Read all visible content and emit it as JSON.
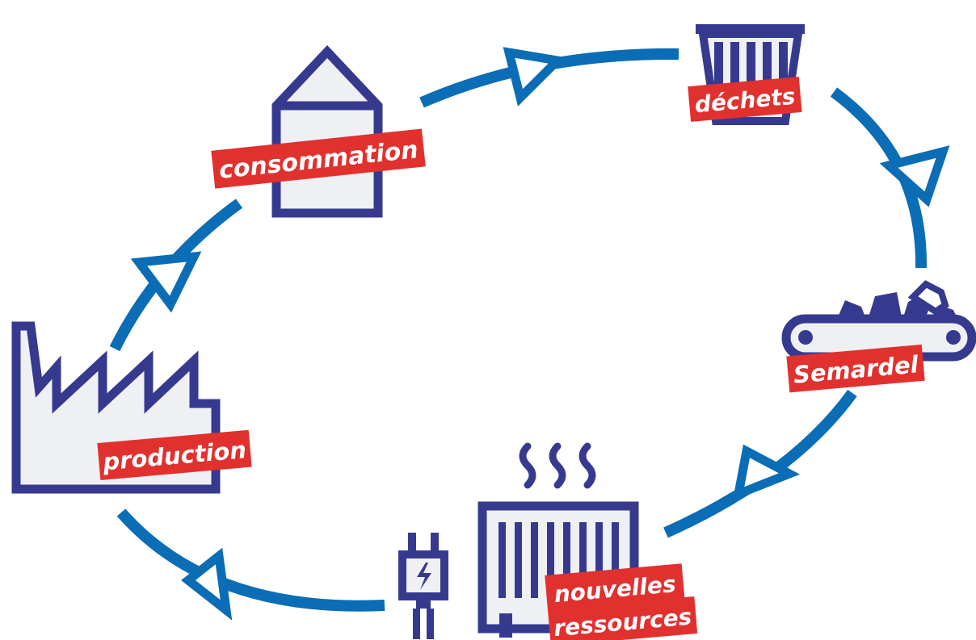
{
  "labels": {
    "consommation": "consommation",
    "dechets": "déchets",
    "semardel": "Semardel",
    "nouvelles": "nouvelles",
    "ressources": "ressources",
    "production": "production"
  },
  "colors": {
    "arrow": "#0a6db5",
    "icon_stroke": "#363a8f",
    "icon_fill": "#eff0f4",
    "label_bg": "#e1312f",
    "label_text": "#ffffff",
    "background": "#ffffff"
  },
  "icons": {
    "consommation": "house-icon",
    "dechets": "trash-bin-icon",
    "semardel": "conveyor-belt-icon",
    "nouvelles_ressources": "radiator-icon",
    "plug": "electric-plug-icon",
    "production": "factory-icon"
  }
}
